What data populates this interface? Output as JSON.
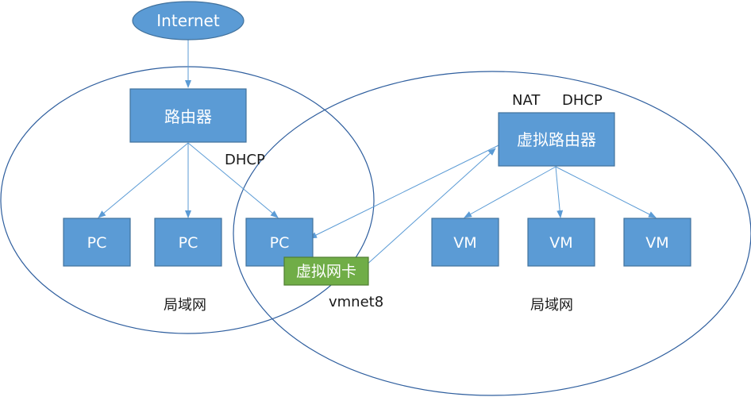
{
  "colors": {
    "box_fill": "#5b9bd5",
    "box_stroke": "#41719c",
    "ellipse_stroke": "#2e5e9e",
    "arrow": "#5b9bd5",
    "nic_fill": "#70ad47",
    "nic_stroke": "#507e32"
  },
  "nodes": {
    "internet": "Internet",
    "router": "路由器",
    "virtual_router": "虚拟路由器",
    "pc1": "PC",
    "pc2": "PC",
    "pc3": "PC",
    "vm1": "VM",
    "vm2": "VM",
    "vm3": "VM",
    "virtual_nic": "虚拟网卡"
  },
  "labels": {
    "dhcp_left": "DHCP",
    "nat": "NAT",
    "dhcp_right": "DHCP",
    "lan_left": "局域网",
    "lan_right": "局域网",
    "vmnet8": "vmnet8"
  }
}
